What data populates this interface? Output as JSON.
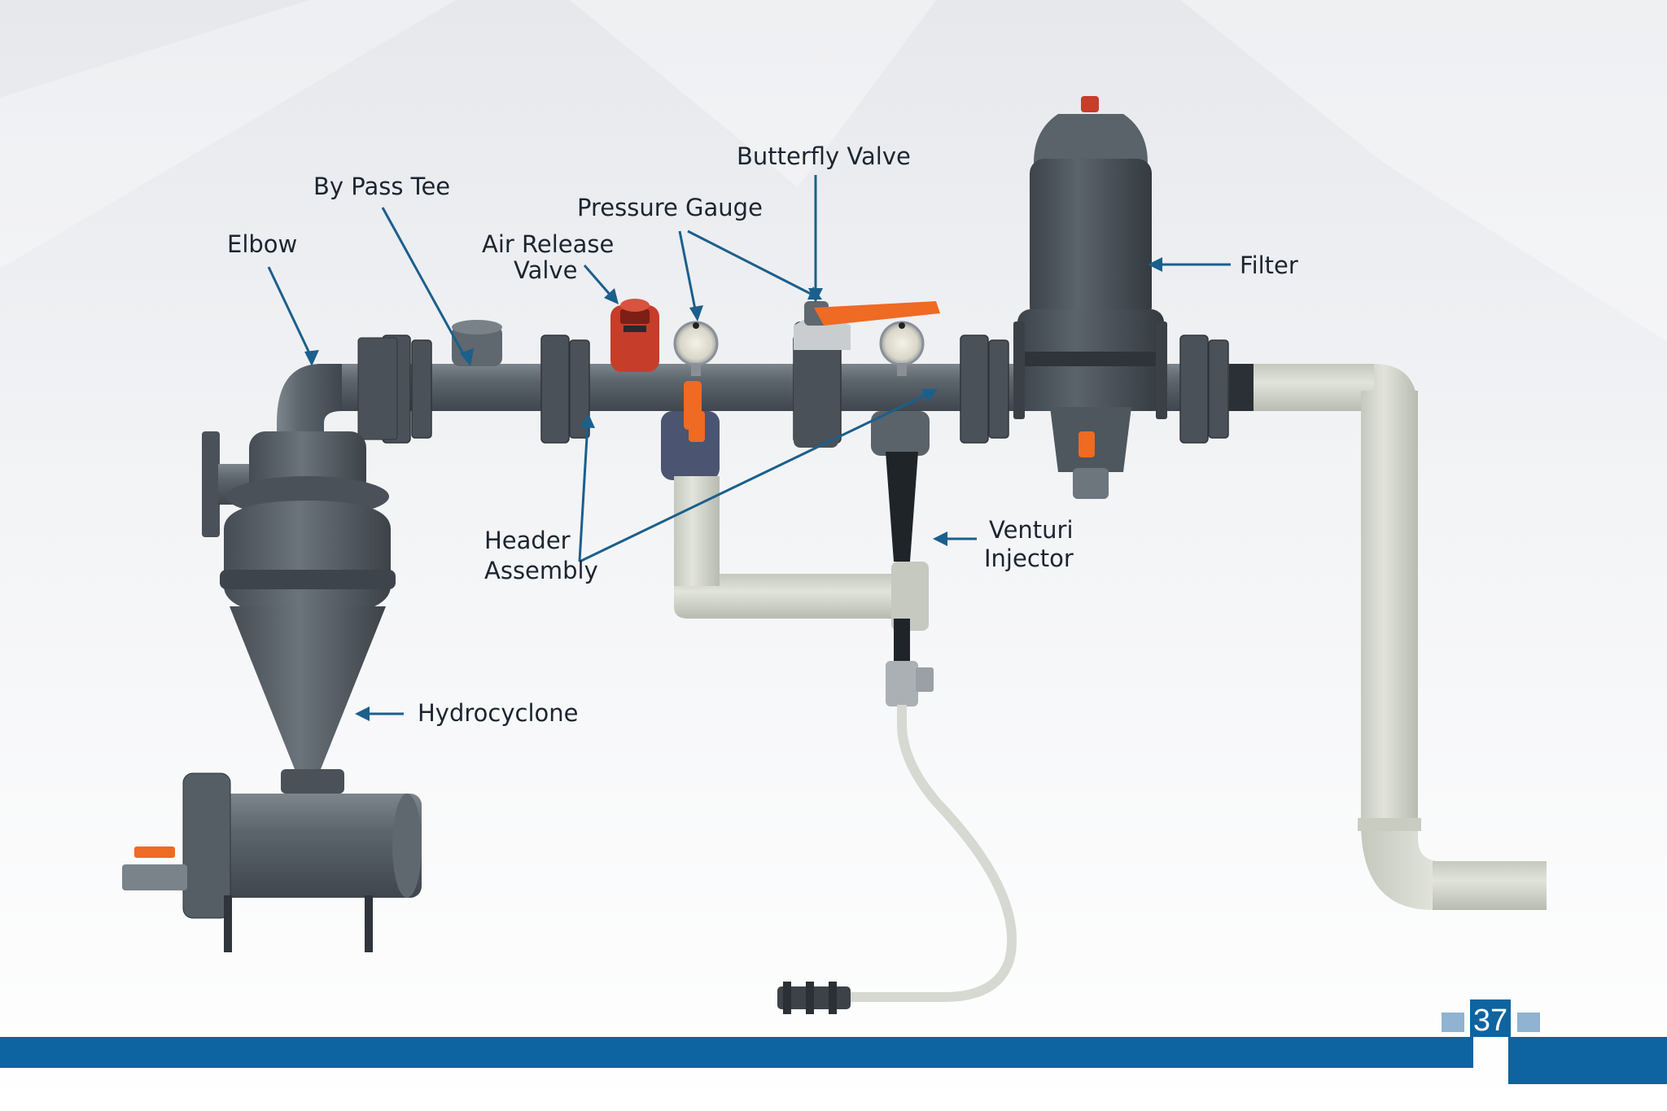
{
  "labels": {
    "elbow": "Elbow",
    "bypass_tee": "By Pass Tee",
    "air_release_1": "Air Release",
    "air_release_2": "Valve",
    "pressure_gauge": "Pressure Gauge",
    "butterfly_valve": "Butterfly Valve",
    "filter": "Filter",
    "header_1": "Header",
    "header_2": "Assembly",
    "venturi_1": "Venturi",
    "venturi_2": "Injector",
    "hydrocyclone": "Hydrocyclone"
  },
  "page_number": "37",
  "colors": {
    "accent_blue": "#0d64a0",
    "arrow_blue": "#1b5f8c",
    "pipe_grey": "#4e565f",
    "pvc_light": "#d8dbd2",
    "valve_orange": "#ef6a22",
    "air_valve_red": "#c63d2a"
  }
}
